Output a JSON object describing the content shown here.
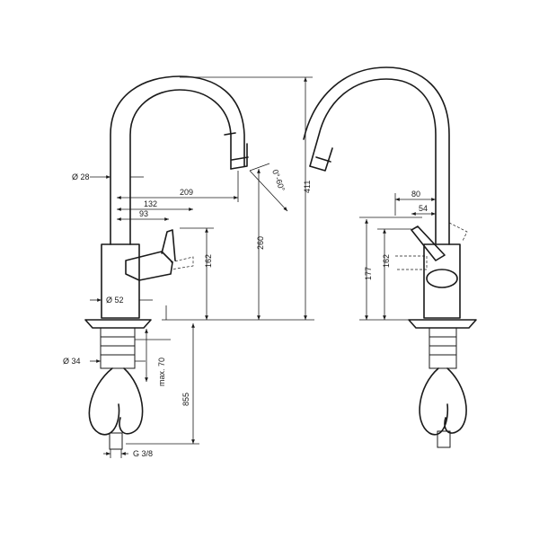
{
  "dimensions": {
    "d28": "Ø 28",
    "d209": "209",
    "d132": "132",
    "d93": "93",
    "d52": "Ø 52",
    "d162_left": "162",
    "d260": "260",
    "d411": "411",
    "d_angle": "0°-60°",
    "d34": "Ø 34",
    "dmax70": "max. 70",
    "d855": "855",
    "dg38": "G 3/8",
    "d80": "80",
    "d54": "54",
    "d177": "177",
    "d162_right": "162"
  },
  "colors": {
    "line": "#1a1a1a",
    "background": "#ffffff"
  }
}
